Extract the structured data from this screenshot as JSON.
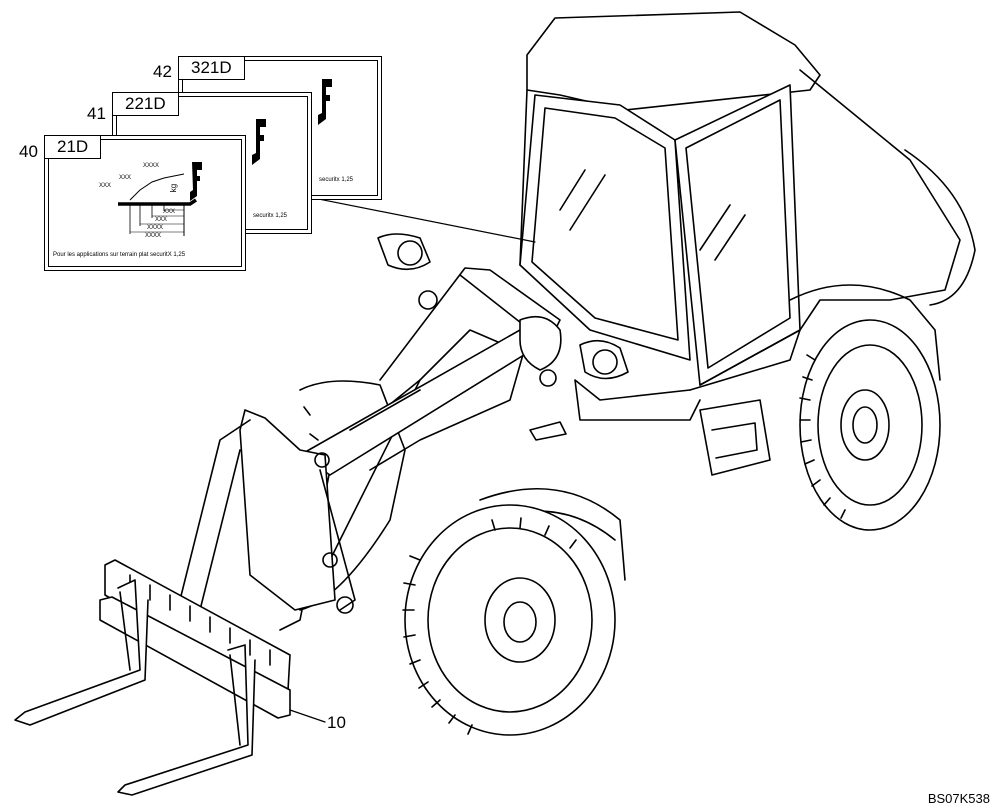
{
  "decals": [
    {
      "callout": "42",
      "code": "321D",
      "footer": "securitx 1,25"
    },
    {
      "callout": "41",
      "code": "221D",
      "footer": "securitx 1,25"
    },
    {
      "callout": "40",
      "code": "21D",
      "footer": "Pour les applications sur terrain plat securitX 1,25"
    }
  ],
  "chart_labels": {
    "xxxx": "XXXX",
    "xxx": "XXX",
    "unit": "kg"
  },
  "part_callout": "10",
  "drawing_ref": "BS07K538"
}
